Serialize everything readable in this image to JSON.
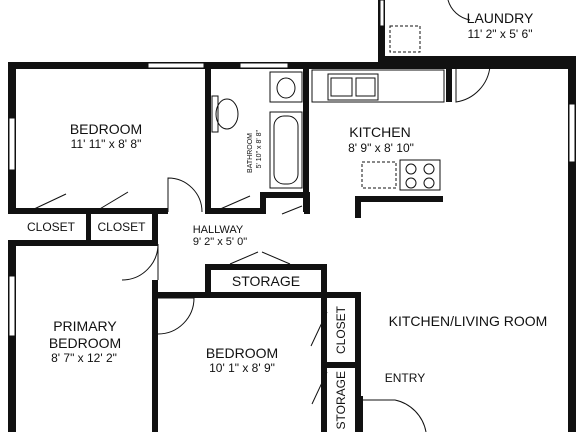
{
  "rooms": {
    "laundry": {
      "name": "LAUNDRY",
      "dims": "11' 2\" x 5' 6\""
    },
    "bedroom_top": {
      "name": "BEDROOM",
      "dims": "11' 11\" x 8' 8\""
    },
    "bathroom": {
      "name": "BATHROOM",
      "dims": "5' 10\" x 8' 8\""
    },
    "kitchen": {
      "name": "KITCHEN",
      "dims": "8' 9\" x 8' 10\""
    },
    "hallway": {
      "name": "HALLWAY",
      "dims": "9' 2\" x 5' 0\""
    },
    "primary_bedroom": {
      "name_line1": "PRIMARY",
      "name_line2": "BEDROOM",
      "dims": "8' 7\" x 12' 2\""
    },
    "bedroom_bottom": {
      "name": "BEDROOM",
      "dims": "10' 1\" x 8' 9\""
    },
    "kitchen_living": {
      "name": "KITCHEN/LIVING ROOM"
    },
    "entry": {
      "name": "ENTRY"
    }
  },
  "storage": {
    "closet_left": "CLOSET",
    "closet_right": "CLOSET",
    "storage_hall": "STORAGE",
    "closet_vertical": "CLOSET",
    "storage_vertical": "STORAGE"
  }
}
